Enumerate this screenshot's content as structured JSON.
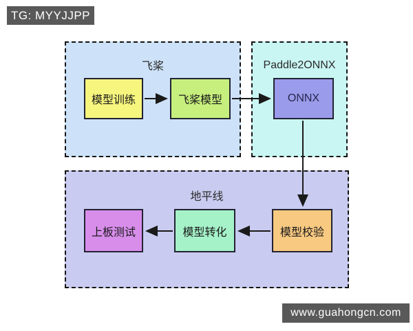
{
  "watermarks": {
    "tg": "TG: MYYJJPP",
    "site": "www.guahongcn.com"
  },
  "colors": {
    "badge_bg": "#595959",
    "badge_text": "#ffffff",
    "group_paddle_bg": "#cde2f8",
    "group_paddle2onnx_bg": "#c9f6f2",
    "group_horizon_bg": "#c9cbf0",
    "node_model_training_bg": "#f6f57e",
    "node_paddle_model_bg": "#c7ef7d",
    "node_onnx_bg": "#9a9bea",
    "node_model_check_bg": "#f8c981",
    "node_model_convert_bg": "#a5f2c9",
    "node_board_test_bg": "#d88deb",
    "arrow_color": "#1a1a1a"
  },
  "diagram": {
    "groups": [
      {
        "title": "飞桨"
      },
      {
        "title": "Paddle2ONNX"
      },
      {
        "title": "地平线"
      }
    ],
    "nodes": {
      "model_training": "模型训练",
      "paddle_model": "飞桨模型",
      "onnx": "ONNX",
      "model_check": "模型校验",
      "model_convert": "模型转化",
      "board_test": "上板测试"
    }
  }
}
